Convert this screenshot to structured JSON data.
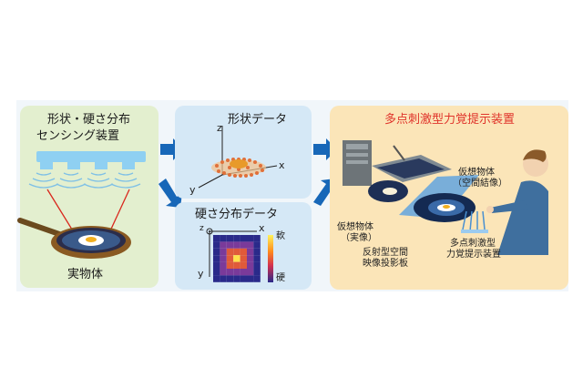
{
  "left_panel": {
    "title_line1": "形状・硬さ分布",
    "title_line2": "センシング装置",
    "object_label": "実物体"
  },
  "shape_panel": {
    "title": "形状データ",
    "axis_z": "z",
    "axis_x": "x",
    "axis_y": "y"
  },
  "hardness_panel": {
    "title": "硬さ分布データ",
    "axis_z": "z",
    "axis_x": "x",
    "axis_y": "y",
    "scale_soft": "軟",
    "scale_hard": "硬"
  },
  "right_panel": {
    "title": "多点刺激型力覚提示装置",
    "virtual_label_line1": "仮想物体",
    "virtual_label_line2": "（空間結像）",
    "real_label_line1": "仮想物体",
    "real_label_line2": "（実像）",
    "reflector_line1": "反射型空間",
    "reflector_line2": "映像投影板",
    "device_line1": "多点刺激型",
    "device_line2": "力覚提示装置"
  },
  "colors": {
    "left_panel_bg": "#e3efcf",
    "mid_panel_bg": "#d5e8f6",
    "right_panel_bg": "#fbe5b8",
    "arrow": "#1767b8",
    "title_red": "#e0342b"
  }
}
